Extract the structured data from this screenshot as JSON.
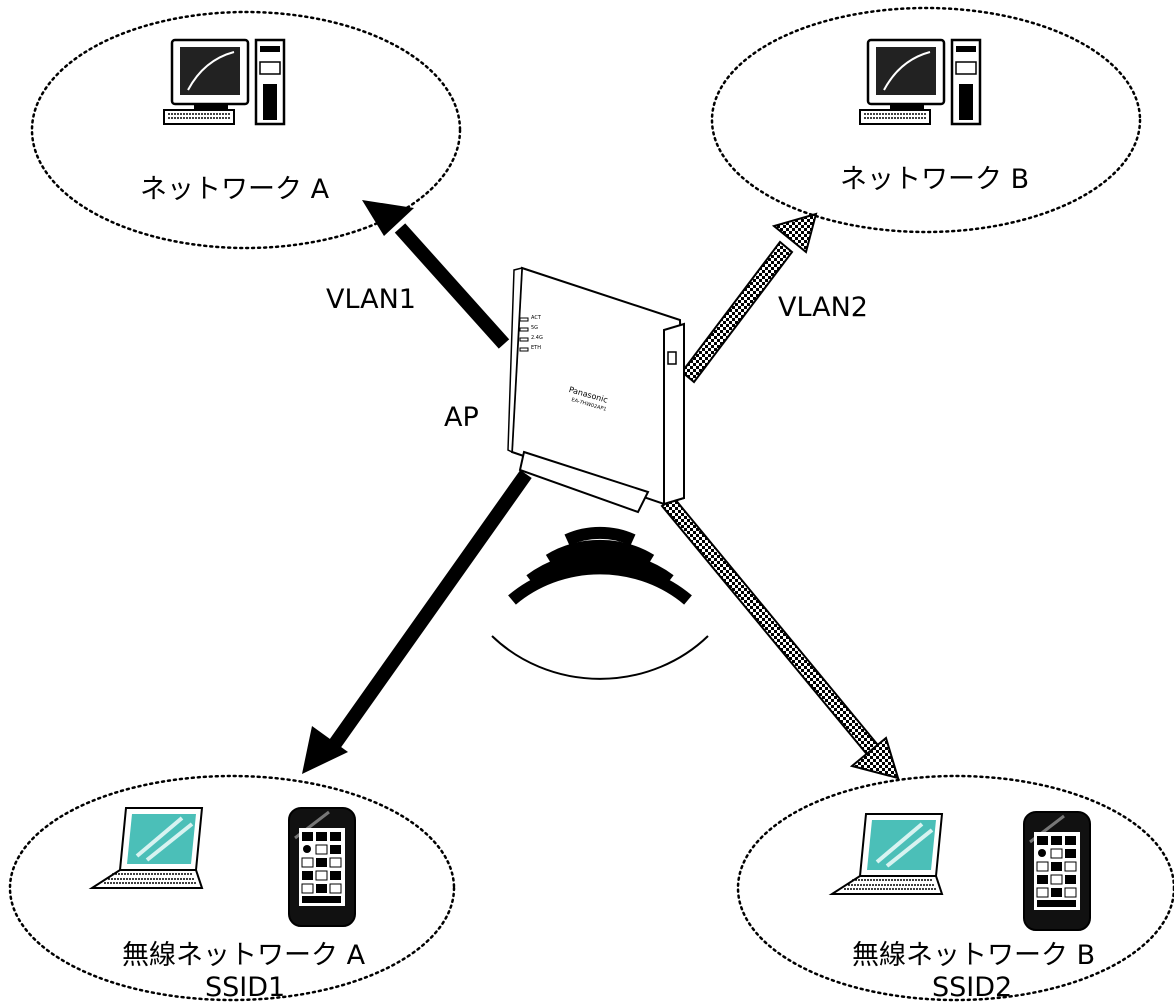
{
  "networks": {
    "wired_a": {
      "label": "ネットワーク A"
    },
    "wired_b": {
      "label": "ネットワーク B"
    },
    "wireless_a": {
      "label": "無線ネットワーク A",
      "ssid": "SSID1"
    },
    "wireless_b": {
      "label": "無線ネットワーク B",
      "ssid": "SSID2"
    }
  },
  "links": {
    "vlan1": "VLAN1",
    "vlan2": "VLAN2"
  },
  "access_point": {
    "label": "AP",
    "brand": "Panasonic",
    "model": "EA-7HW02AP1",
    "leds": [
      "ACT",
      "5G",
      "2.4G",
      "ETH"
    ]
  },
  "colors": {
    "line": "#000000",
    "screen": "#4bbfb8",
    "ap_body": "#ffffff"
  }
}
